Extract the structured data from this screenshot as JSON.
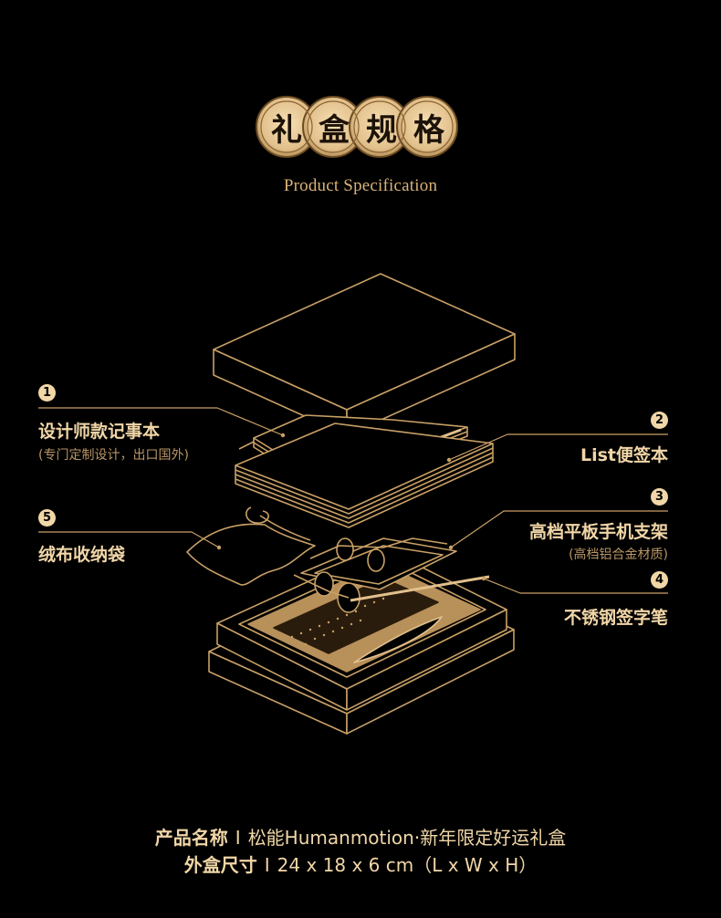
{
  "header": {
    "title_chars": [
      "礼",
      "盒",
      "规",
      "格"
    ],
    "subtitle": "Product Specification"
  },
  "callouts": [
    {
      "number": "1",
      "label": "设计师款记事本",
      "note": "(专门定制设计，出口国外)"
    },
    {
      "number": "2",
      "label": "List便签本"
    },
    {
      "number": "3",
      "label": "高档平板手机支架",
      "note": "(高档铝合金材质)"
    },
    {
      "number": "4",
      "label": "不锈钢签字笔"
    },
    {
      "number": "5",
      "label": "绒布收纳袋"
    }
  ],
  "footer": {
    "name_key": "产品名称",
    "name_value": "松能Humanmotion·新年限定好运礼盒",
    "size_key": "外盒尺寸",
    "size_value": "24 x 18 x 6 cm（L x W x H）",
    "separator": "I"
  },
  "colors": {
    "background": "#000000",
    "gold": "#f1d6a7",
    "gold_dark": "#c9a066",
    "line": "#c9a066"
  }
}
